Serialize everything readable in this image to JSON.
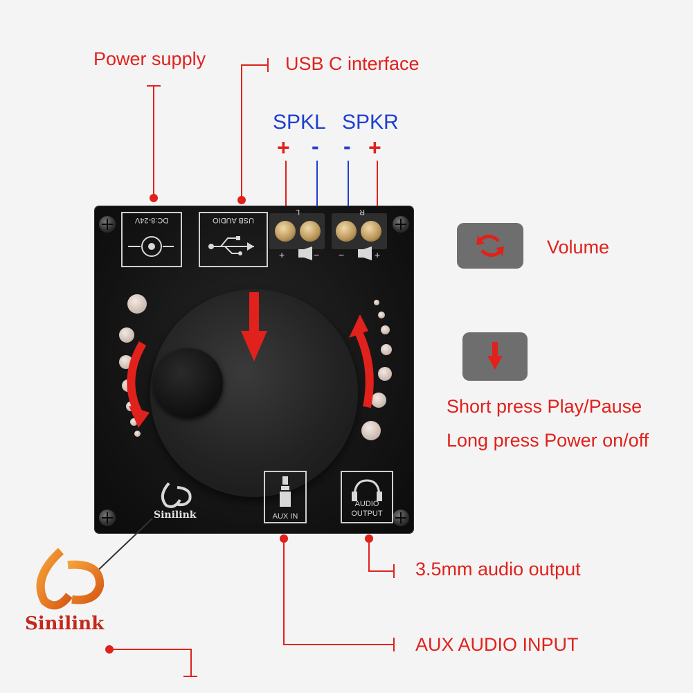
{
  "labels": {
    "power_supply": "Power supply",
    "usb_c": "USB C interface",
    "spkl": "SPKL",
    "spkr": "SPKR",
    "plus": "+",
    "minus": "-",
    "volume": "Volume",
    "short_press": "Short press Play/Pause",
    "long_press": "Long press  Power on/off",
    "audio_out_35": "3.5mm audio output",
    "aux_input": "AUX AUDIO INPUT"
  },
  "board": {
    "dc_label": "DC:8-24V",
    "usb_label": "USB AUDIO",
    "term_l": "L",
    "term_r": "R",
    "term_plus": "+",
    "term_minus": "−",
    "aux_label": "AUX IN",
    "audio_label_1": "AUDIO",
    "audio_label_2": "OUTPUT",
    "brand_small": "Sinilink"
  },
  "brand": {
    "name": "Sinilink"
  },
  "colors": {
    "annotation_red": "#e0211c",
    "annotation_blue": "#1f3fd0",
    "board": "#121212"
  }
}
